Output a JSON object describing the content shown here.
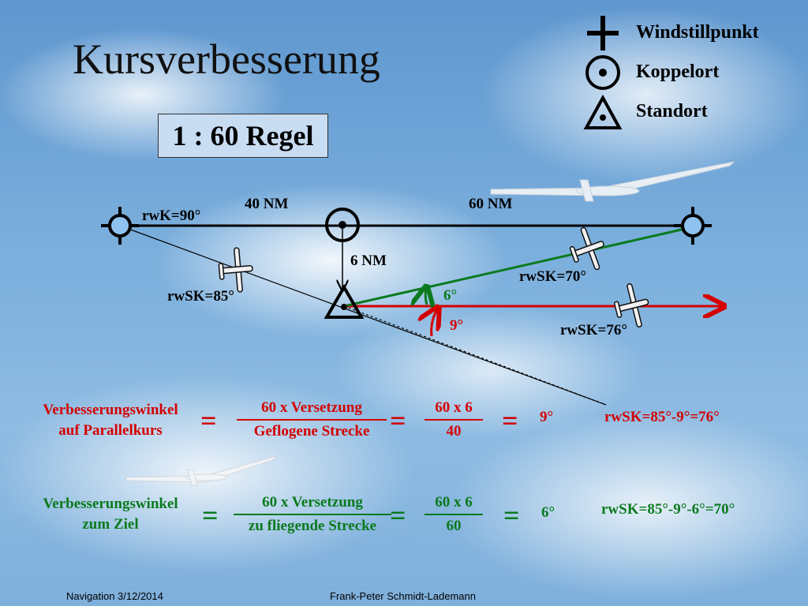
{
  "slide": {
    "title": "Kursverbesserung",
    "rule": "1 : 60 Regel"
  },
  "legend": [
    {
      "icon": "plus-icon",
      "label": "Windstillpunkt"
    },
    {
      "icon": "circle-dot-icon",
      "label": "Koppelort"
    },
    {
      "icon": "triangle-dot-icon",
      "label": "Standort"
    }
  ],
  "diagram": {
    "course_label": "rwK=90°",
    "dist_1": "40 NM",
    "dist_2": "60 NM",
    "offset": "6 NM",
    "hdg_85": "rwSK=85°",
    "hdg_70": "rwSK=70°",
    "hdg_76": "rwSK=76°",
    "angle_6": "6°",
    "angle_9": "9°"
  },
  "formula1": {
    "label_line1": "Verbesserungswinkel",
    "label_line2": "auf Parallelkurs",
    "frac1_num": "60 x Versetzung",
    "frac1_den": "Geflogene Strecke",
    "frac2_num": "60 x 6",
    "frac2_den": "40",
    "result": "9°",
    "sk": "rwSK=85°-9°=76°",
    "eq": "="
  },
  "formula2": {
    "label_line1": "Verbesserungswinkel",
    "label_line2": "zum Ziel",
    "frac1_num": "60 x Versetzung",
    "frac1_den": "zu fliegende Strecke",
    "frac2_num": "60 x 6",
    "frac2_den": "60",
    "result": "6°",
    "sk": "rwSK=85°-9°-6°=70°",
    "eq": "="
  },
  "footer": {
    "left": "Navigation 3/12/2014",
    "center": "Frank-Peter Schmidt-Lademann"
  },
  "colors": {
    "red": "#d40000",
    "green": "#0b7a1e",
    "marker_fill": "#8ec3f0"
  }
}
